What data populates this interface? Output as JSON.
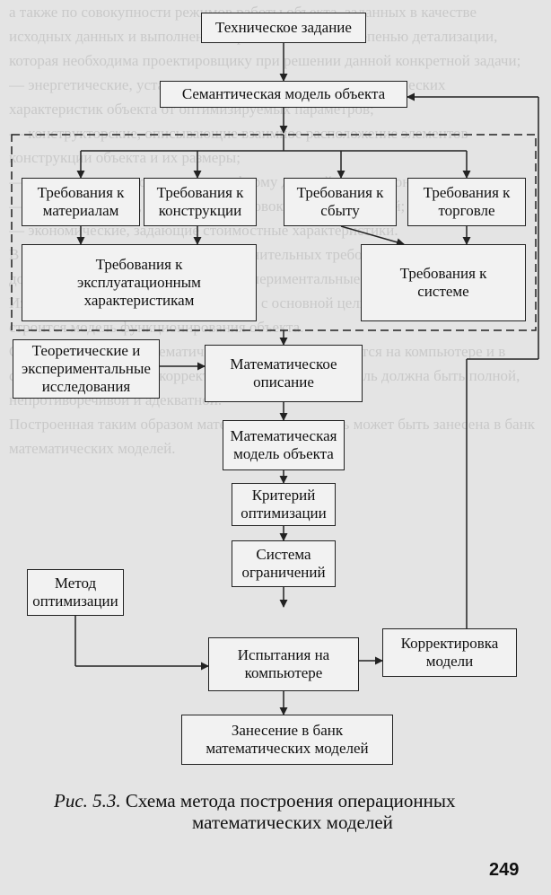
{
  "diagram": {
    "tech_spec": "Техническое задание",
    "semantic_model": "Семантическая модель объекта",
    "req_materials": "Требования к\nматериалам",
    "req_construction": "Требования к\nконструкции",
    "req_sales": "Требования к\nсбыту",
    "req_trade": "Требования к\nторговле",
    "req_operation": "Требования к\nэксплуатационным\nхарактеристикам",
    "req_system": "Требования к\nсистеме",
    "research": "Теоретические и\nэкспериментальные\nисследования",
    "math_description": "Математическое\nописание",
    "math_model": "Математическая\nмодель объекта",
    "criterion": "Критерий\nоптимизации",
    "constraints": "Система\nограничений",
    "opt_method": "Метод\nоптимизации",
    "computer_tests": "Испытания на\nкомпьютере",
    "model_correction": "Корректировка\nмодели",
    "bank_entry": "Занесение в банк\nматематических моделей"
  },
  "caption": {
    "label": "Рис. 5.3.",
    "line1": "Схема метода построения операционных",
    "line2": "математических моделей"
  },
  "page_number": "249"
}
